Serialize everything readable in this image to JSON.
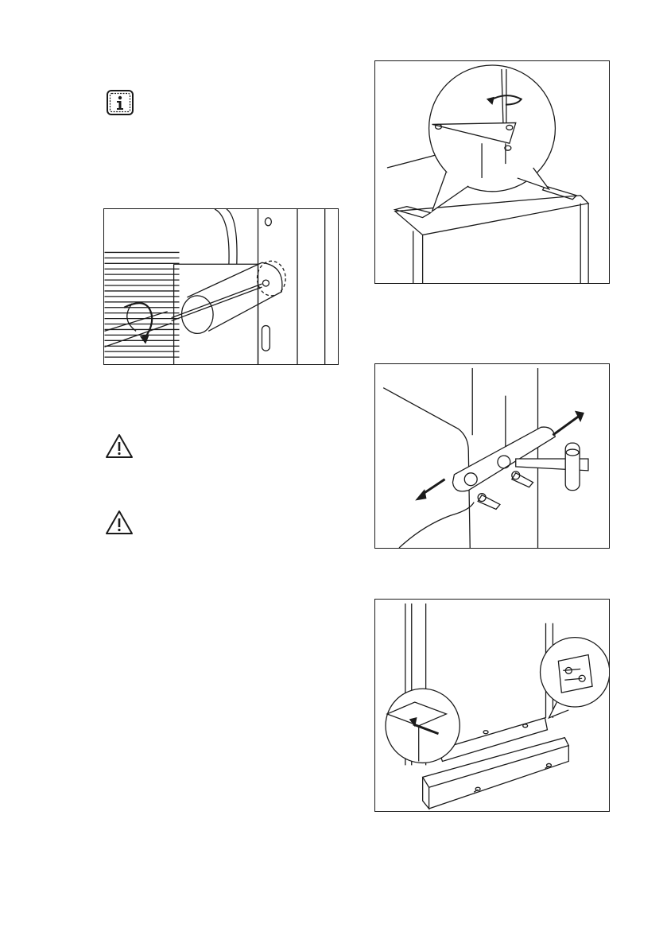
{
  "icons": {
    "info": "info-icon",
    "warning_1": "warning-icon",
    "warning_2": "warning-icon"
  },
  "figures": [
    {
      "name": "screw-cap-removal",
      "subject": "screwdriver-turning-screw-in-cap"
    },
    {
      "name": "top-hinge-adjustment",
      "subject": "screwdriver-on-top-hinge-bracket"
    },
    {
      "name": "hinge-removal",
      "subject": "hinge-bracket-with-screws-and-arrows"
    },
    {
      "name": "plinth-installation",
      "subject": "base-plinth-and-corner-bracket"
    }
  ],
  "colors": {
    "line": "#1a1a1a",
    "paper": "#ffffff"
  }
}
